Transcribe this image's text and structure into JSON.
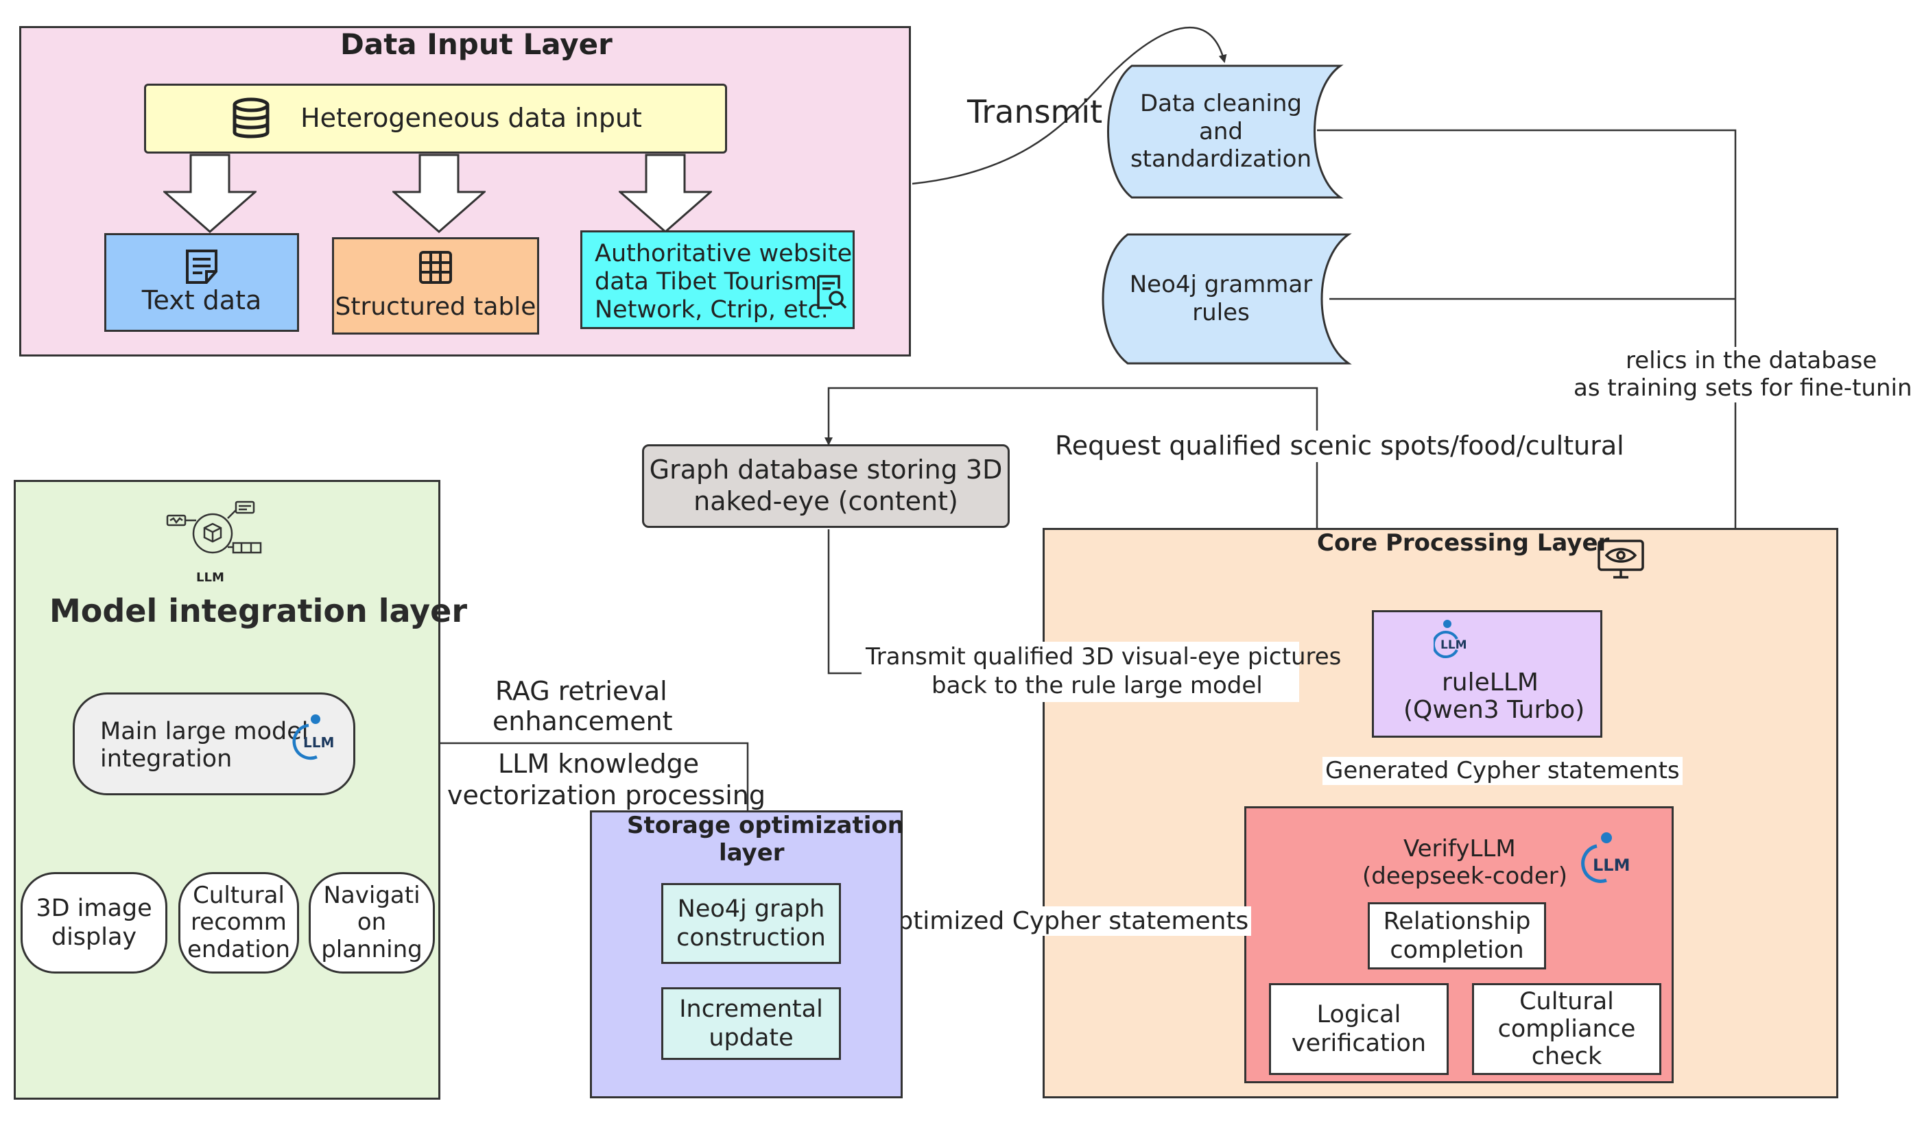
{
  "data_input_layer": {
    "title": "Data Input Layer",
    "hetero_label": "Heterogeneous data input",
    "text_data": "Text data",
    "structured_table": "Structured table",
    "authoritative_line1": "Authoritative website",
    "authoritative_line2": "data Tibet Tourism",
    "authoritative_line3": "Network, Ctrip, etc."
  },
  "flow_labels": {
    "transmit": "Transmit",
    "relics_line1": "relics in the database",
    "relics_line2": "as training sets for fine-tuning",
    "request": "Request qualified scenic spots/food/cultural",
    "transmit_back_line1": "Transmit qualified 3D visual-eye pictures",
    "transmit_back_line2": "back to the rule large model",
    "generated_cypher": "Generated Cypher statements",
    "optimized_cypher": "Optimized Cypher statements",
    "rag_line1": "RAG retrieval",
    "rag_line2": "enhancement",
    "llm_knowledge_line1": "LLM knowledge",
    "llm_knowledge_line2": "vectorization processing"
  },
  "cylinders": {
    "cleaning_line1": "Data cleaning",
    "cleaning_line2": "and",
    "cleaning_line3": "standardization",
    "neo4j_rules_line1": "Neo4j grammar",
    "neo4j_rules_line2": "rules"
  },
  "graph_db": {
    "line1": "Graph database storing 3D",
    "line2": "naked-eye (content)"
  },
  "core_layer": {
    "title": "Core Processing Layer",
    "rule_llm_line1": "ruleLLM",
    "rule_llm_line2": "(Qwen3 Turbo)",
    "verify_llm_line1": "VerifyLLM",
    "verify_llm_line2": "(deepseek-coder)",
    "relationship_line1": "Relationship",
    "relationship_line2": "completion",
    "logical_line1": "Logical",
    "logical_line2": "verification",
    "cultural_line1": "Cultural",
    "cultural_line2": "compliance",
    "cultural_line3": "check"
  },
  "storage_layer": {
    "title_line1": "Storage optimization",
    "title_line2": "layer",
    "neo4j_graph_line1": "Neo4j graph",
    "neo4j_graph_line2": "construction",
    "incremental_line1": "Incremental",
    "incremental_line2": "update"
  },
  "model_layer": {
    "icon_caption": "LLM",
    "title": "Model integration layer",
    "main_line1": "Main large model",
    "main_line2": "integration",
    "image_line1": "3D image",
    "image_line2": "display",
    "cultural_rec_line1": "Cultural",
    "cultural_rec_line2": "recomm",
    "cultural_rec_line3": "endation",
    "nav_line1": "Navigati",
    "nav_line2": "on",
    "nav_line3": "planning"
  },
  "llm_badge_text": "LLM",
  "colors": {
    "data_input_bg": "#f8dcec",
    "hetero_bg": "#fffdc8",
    "text_data_bg": "#99c9fb",
    "structured_bg": "#fcc898",
    "authoritative_bg": "#5efcfc",
    "cylinder_bg": "#cce5fb",
    "graph_db_bg": "#dcd8d6",
    "core_bg": "#fde4cc",
    "rule_llm_bg": "#e5ccfb",
    "verify_bg": "#f99c9c",
    "storage_bg": "#ccccfc",
    "storage_box_bg": "#d8f4f2",
    "model_bg": "#e5f4d9",
    "main_model_bg": "#efefef",
    "llm_icon_blue": "#1f7bc6"
  }
}
